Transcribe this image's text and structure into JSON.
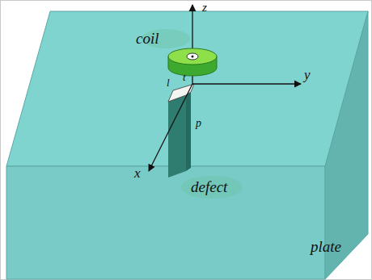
{
  "diagram": {
    "labels": [
      "z",
      "coil",
      "l",
      "t",
      "y",
      "p",
      "x",
      "defect",
      "plate"
    ]
  }
}
